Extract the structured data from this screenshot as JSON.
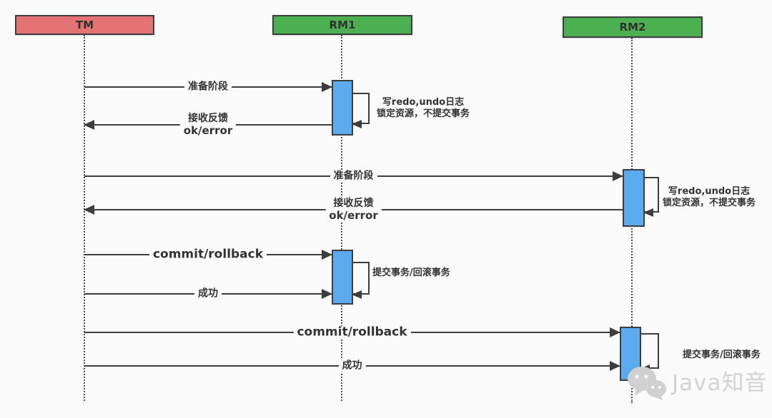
{
  "actors": [
    {
      "label": "TM"
    },
    {
      "label": "RM1"
    },
    {
      "label": "RM2"
    }
  ],
  "messages": [
    {
      "label": "准备阶段"
    },
    {
      "label": "接收反馈",
      "sublabel": "ok/error"
    },
    {
      "label": "准备阶段"
    },
    {
      "label": "接收反馈",
      "sublabel": "ok/error"
    },
    {
      "label": "commit/rollback"
    },
    {
      "label": "成功"
    },
    {
      "label": "commit/rollback"
    },
    {
      "label": "成功"
    }
  ],
  "notes": [
    {
      "line1": "写redo,undo日志",
      "line2": "锁定资源，不提交事务"
    },
    {
      "line1": "写redo,undo日志",
      "line2": "锁定资源，不提交事务"
    },
    {
      "line1": "提交事务/回滚事务"
    },
    {
      "line1": "提交事务/回滚事务"
    }
  ],
  "watermark": {
    "label": "Java知音"
  },
  "colors": {
    "background": "#fbfbfb",
    "tm_fill": "#e57373",
    "rm_fill": "#4caf50",
    "activation_fill": "#5babee",
    "line": "#3d3d3d",
    "watermark": "#d3d3d3"
  }
}
